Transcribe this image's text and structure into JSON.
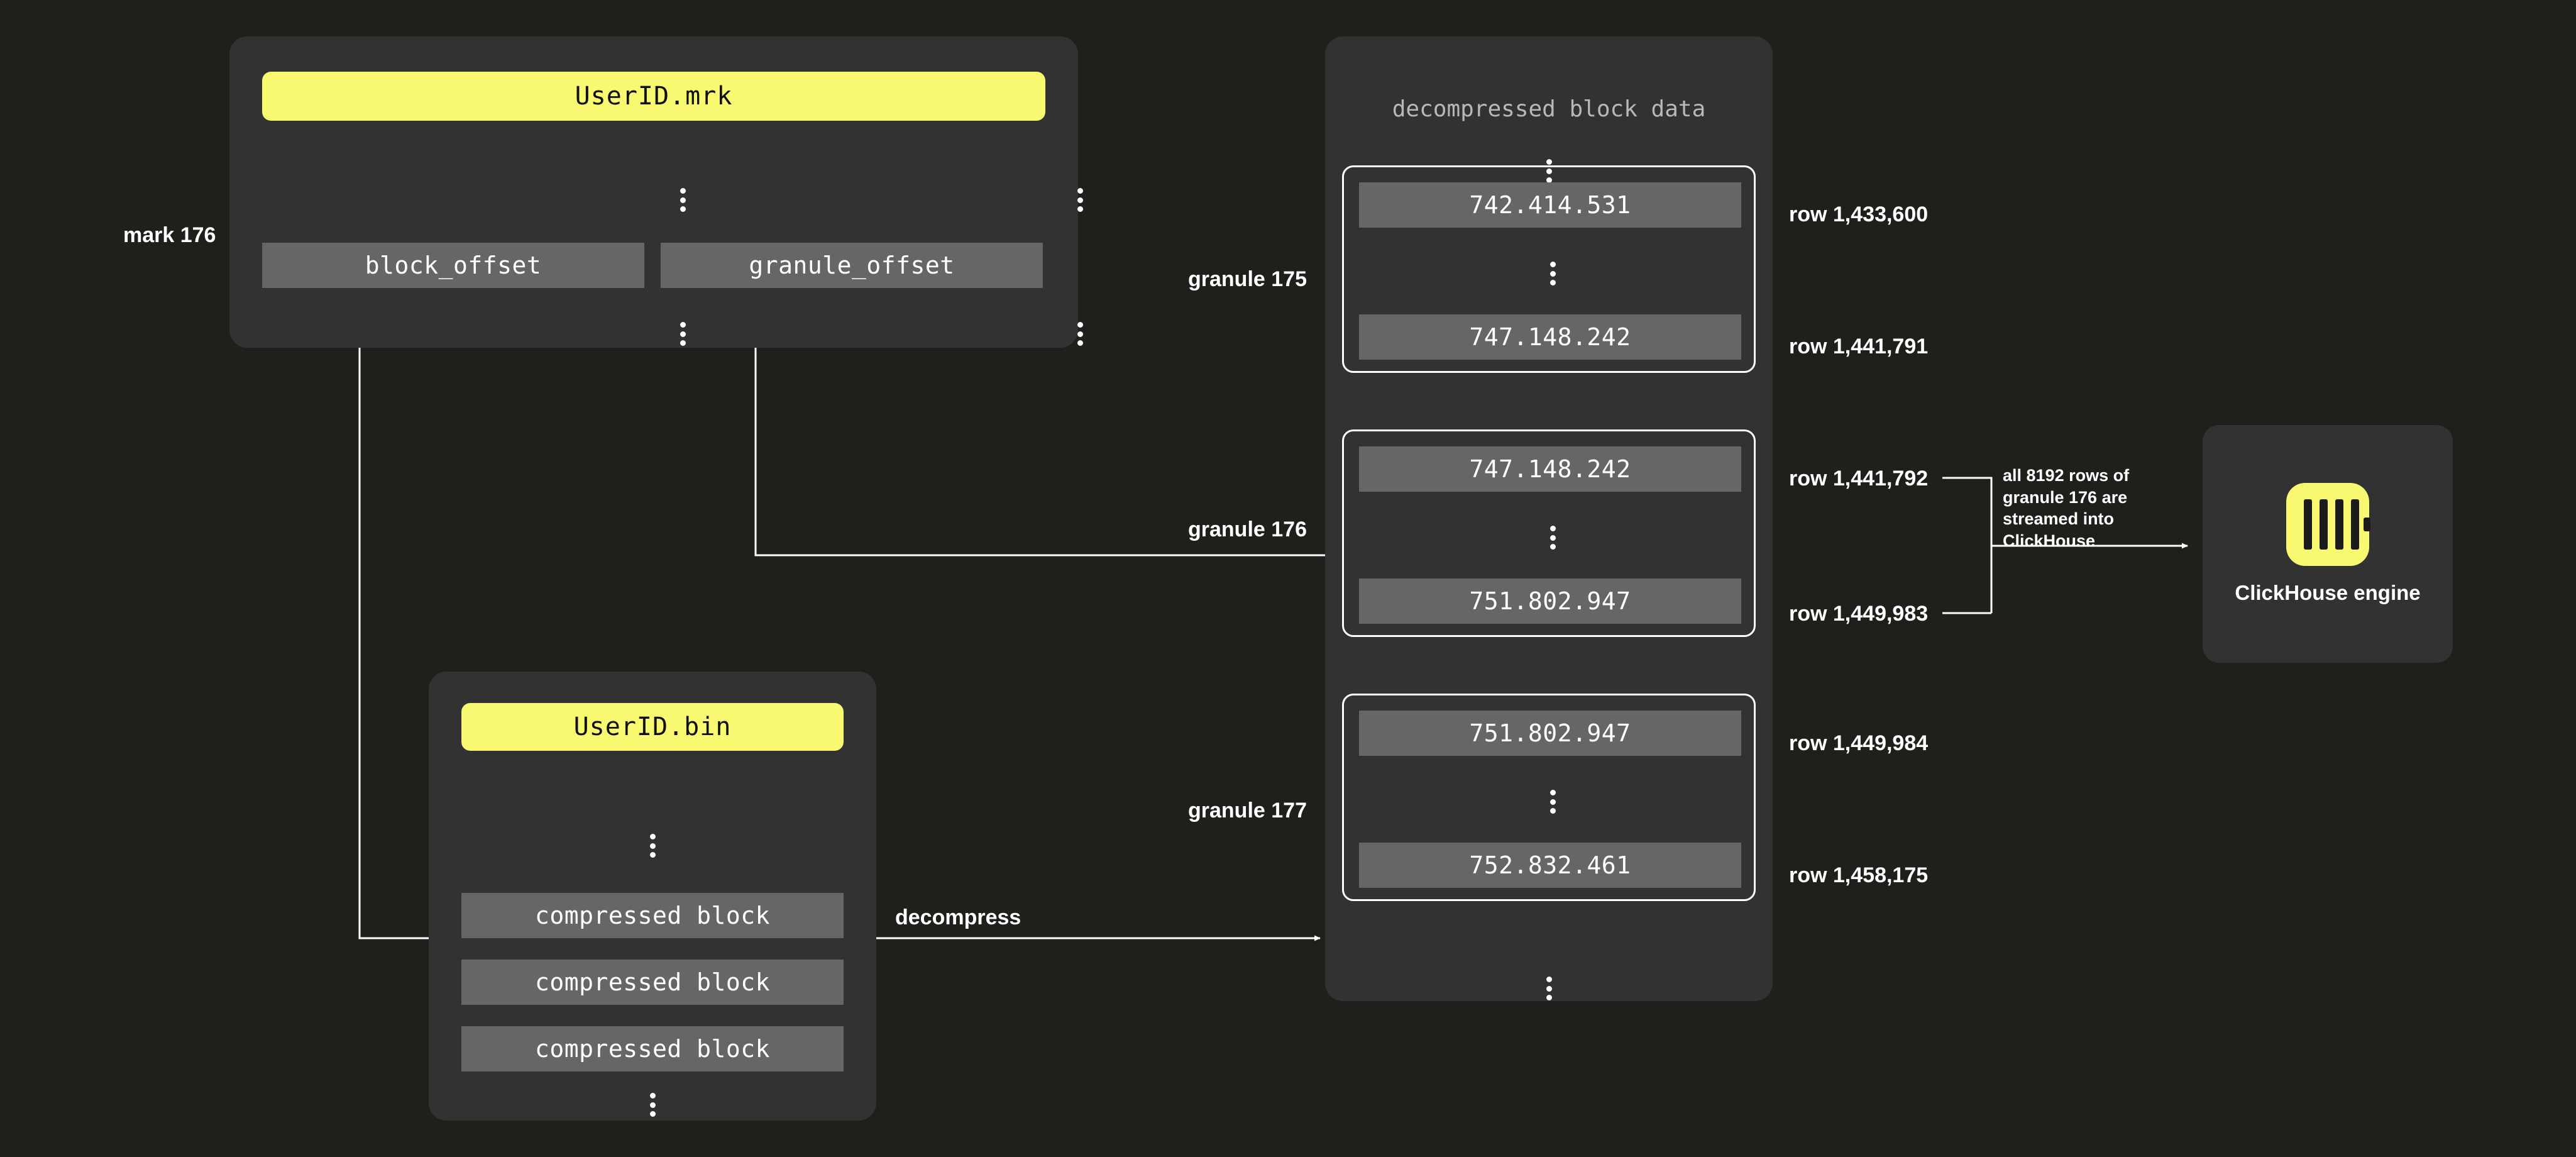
{
  "diagram": {
    "title_left_label": "mark 176",
    "mrk_file": {
      "name": "UserID.mrk",
      "columns": [
        {
          "label": "block_offset"
        },
        {
          "label": "granule_offset"
        }
      ],
      "ellipsis_above": "⋮",
      "ellipsis_below": "⋮"
    },
    "bin_file": {
      "name": "UserID.bin",
      "blocks": [
        {
          "label": "compressed block"
        },
        {
          "label": "compressed block"
        },
        {
          "label": "compressed block"
        }
      ]
    },
    "decompress_label": "decompress",
    "decompressed_panel": {
      "title": "decompressed block data",
      "granules": [
        {
          "name": "granule 175",
          "first_value": "742.414.531",
          "last_value": "747.148.242",
          "first_row": "row 1,433,600",
          "last_row": "row 1,441,791"
        },
        {
          "name": "granule 176",
          "first_value": "747.148.242",
          "last_value": "751.802.947",
          "first_row": "row 1,441,792",
          "last_row": "row 1,449,983"
        },
        {
          "name": "granule 177",
          "first_value": "751.802.947",
          "last_value": "752.832.461",
          "first_row": "row 1,449,984",
          "last_row": "row 1,458,175"
        }
      ]
    },
    "stream_note": "all 8192 rows of granule 176 are streamed into ClickHouse",
    "engine": {
      "caption": "ClickHouse engine",
      "logo_name": "clickhouse-logo-icon"
    },
    "colors": {
      "background": "#1f201c",
      "panel": "#323232",
      "cell": "#666666",
      "accent_yellow": "#f9f871",
      "text": "#ffffff",
      "muted_text": "#b8b8b8"
    }
  }
}
